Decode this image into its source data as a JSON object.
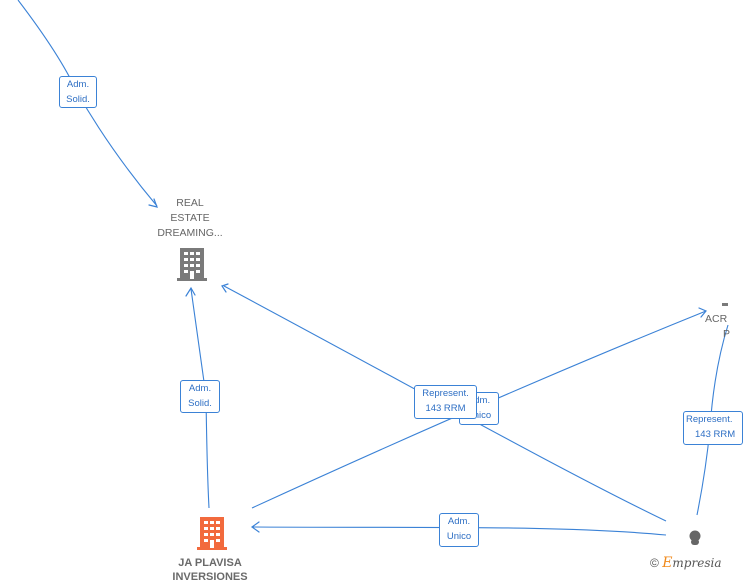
{
  "nodes": {
    "real_estate": {
      "lines": [
        "REAL",
        "ESTATE",
        "DREAMING..."
      ],
      "icon": "building-icon",
      "color": "#7a7a7a"
    },
    "ja_plavisa": {
      "lines": [
        "JA PLAVISA",
        "INVERSIONES"
      ],
      "icon": "building-icon",
      "color": "#f26a3d"
    },
    "acr": {
      "lines": [
        "ACR",
        "P"
      ]
    },
    "person": {
      "icon": "person-icon",
      "color": "#666666"
    }
  },
  "edges": {
    "top_to_real_estate": {
      "line1": "Adm.",
      "line2": "Solid."
    },
    "ja_to_real_estate": {
      "line1": "Adm.",
      "line2": "Solid."
    },
    "person_to_ja_represent": {
      "line1": "Represent.",
      "line2": "143 RRM"
    },
    "person_to_ja_admunico_hidden": {
      "line1": "Adm.",
      "line2": "Unico"
    },
    "person_to_ja_admunico": {
      "line1": "Adm.",
      "line2": "Unico"
    },
    "person_to_acr_represent": {
      "line1": "Represent.",
      "line2": "143 RRM"
    }
  },
  "copyright": {
    "symbol": "©",
    "brand_first": "E",
    "brand_rest": "mpresia"
  }
}
